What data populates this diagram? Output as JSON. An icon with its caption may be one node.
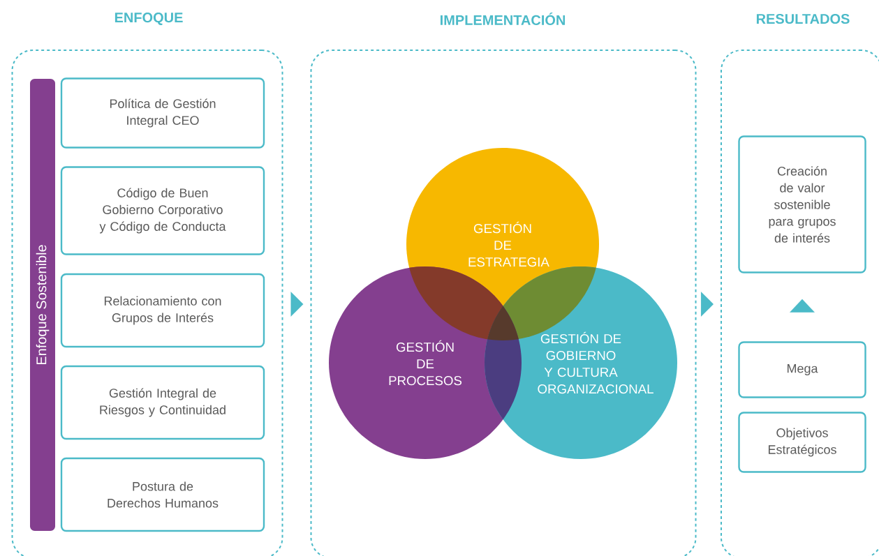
{
  "diagram": {
    "nodes": [
      {
        "text": [
          "ENFOQUE"
        ]
      },
      {
        "text": [
          "IMPLEMENTACIÓN"
        ]
      },
      {
        "text": [
          "RESULTADOS"
        ]
      },
      {
        "text": [
          "Enfoque Sostenible"
        ],
        "in": 0
      },
      {
        "text": [
          "Política de Gestión Integral CEO"
        ],
        "in": 0
      },
      {
        "text": [
          "Código de Buen Gobierno Corporativo y Código de Conducta"
        ],
        "in": 0
      },
      {
        "text": [
          "Relacionamiento con Grupos de Interés"
        ],
        "in": 0
      },
      {
        "text": [
          "Gestión Integral de Riesgos y Continuidad"
        ],
        "in": 0
      },
      {
        "text": [
          "Postura de Derechos Humanos"
        ],
        "in": 0
      },
      {
        "text": [
          "GESTIÓN DE ESTRATEGIA"
        ],
        "in": 1
      },
      {
        "text": [
          "GESTIÓN DE PROCESOS"
        ],
        "in": 1
      },
      {
        "text": [
          "GESTIÓN DE GOBIERNO Y CULTURA ORGANIZACIONAL"
        ],
        "in": 1
      },
      {
        "text": [
          "Creación de valor sostenible para grupos de interés"
        ],
        "in": 2
      },
      {
        "text": [
          "Mega"
        ],
        "in": 2
      },
      {
        "text": [
          "Objetivos Estratégicos"
        ],
        "in": 2
      }
    ],
    "edges": [
      {
        "from": 0,
        "to": 1,
        "arrow": "to"
      },
      {
        "from": 1,
        "to": 2,
        "arrow": "to"
      },
      {
        "from": 13,
        "to": 12,
        "arrow": "to"
      }
    ]
  }
}
